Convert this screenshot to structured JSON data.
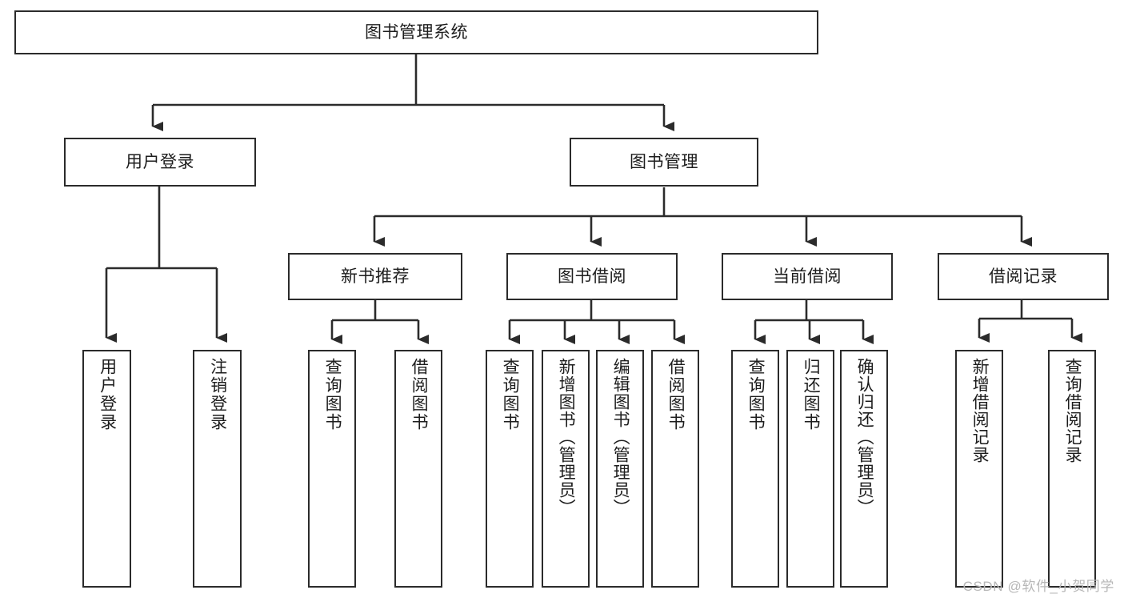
{
  "diagram": {
    "type": "tree-hierarchy",
    "title": "图书管理系统",
    "root": {
      "label": "图书管理系统",
      "children": [
        {
          "label": "用户登录",
          "children": [
            {
              "label": "用户登录"
            },
            {
              "label": "注销登录"
            }
          ]
        },
        {
          "label": "图书管理",
          "children": [
            {
              "label": "新书推荐",
              "children": [
                {
                  "label": "查询图书"
                },
                {
                  "label": "借阅图书"
                }
              ]
            },
            {
              "label": "图书借阅",
              "children": [
                {
                  "label": "查询图书"
                },
                {
                  "label": "新增图书（管理员）"
                },
                {
                  "label": "编辑图书（管理员）"
                },
                {
                  "label": "借阅图书"
                }
              ]
            },
            {
              "label": "当前借阅",
              "children": [
                {
                  "label": "查询图书"
                },
                {
                  "label": "归还图书"
                },
                {
                  "label": "确认归还（管理员）"
                }
              ]
            },
            {
              "label": "借阅记录",
              "children": [
                {
                  "label": "新增借阅记录"
                },
                {
                  "label": "查询借阅记录"
                }
              ]
            }
          ]
        }
      ]
    }
  },
  "nodes": {
    "root": "图书管理系统",
    "user_login": "用户登录",
    "book_manage": "图书管理",
    "new_book_rec": "新书推荐",
    "book_borrow": "图书借阅",
    "current_borrow": "当前借阅",
    "borrow_record": "借阅记录",
    "leaf_user_login": "用户登录",
    "leaf_logout": "注销登录",
    "leaf_rec_query": "查询图书",
    "leaf_rec_borrow": "借阅图书",
    "leaf_bb_query": "查询图书",
    "leaf_bb_add": "新增图书（管理员）",
    "leaf_bb_edit": "编辑图书（管理员）",
    "leaf_bb_borrow": "借阅图书",
    "leaf_cb_query": "查询图书",
    "leaf_cb_return": "归还图书",
    "leaf_cb_confirm": "确认归还（管理员）",
    "leaf_br_add": "新增借阅记录",
    "leaf_br_query": "查询借阅记录"
  },
  "watermark": {
    "text": "CSDN @软件_小贺同学"
  },
  "colors": {
    "stroke": "#2b2b2b",
    "fill": "#ffffff",
    "text": "#1d1d1d",
    "watermark": "#b7b7b7"
  }
}
